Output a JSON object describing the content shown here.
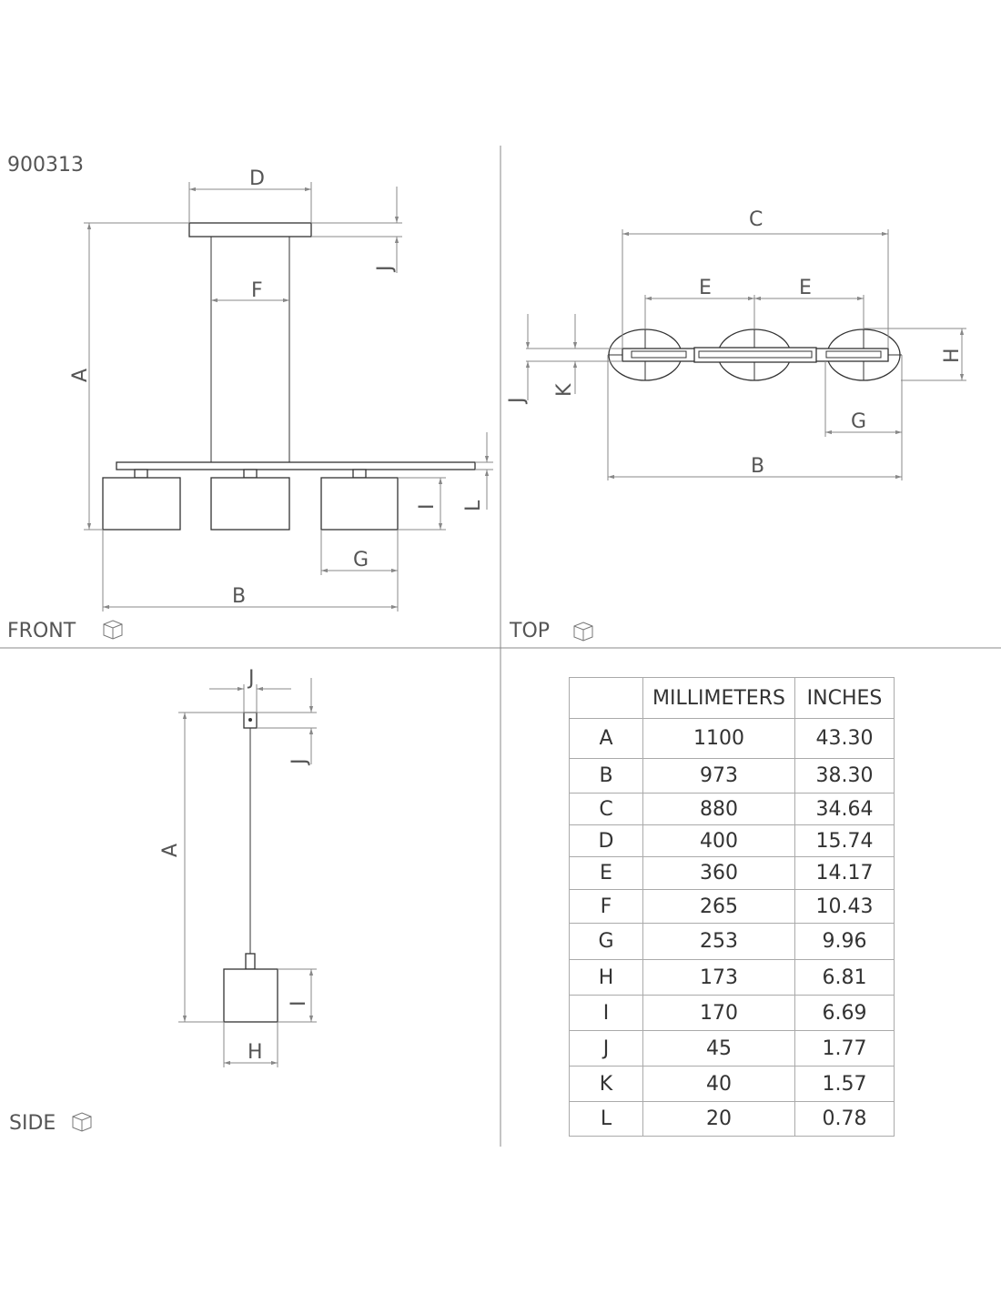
{
  "product_code": "900313",
  "views": {
    "front": {
      "label": "FRONT",
      "icon": "front-view-cube-icon"
    },
    "top": {
      "label": "TOP",
      "icon": "top-view-cube-icon"
    },
    "side": {
      "label": "SIDE",
      "icon": "side-view-cube-icon"
    }
  },
  "dim_labels": {
    "A": "A",
    "B": "B",
    "C": "C",
    "D": "D",
    "E": "E",
    "F": "F",
    "G": "G",
    "H": "H",
    "I": "I",
    "J": "J",
    "K": "K",
    "L": "L"
  },
  "table": {
    "headers": [
      "",
      "MILLIMETERS",
      "INCHES"
    ],
    "rows": [
      {
        "key": "A",
        "mm": "1100",
        "in": "43.30"
      },
      {
        "key": "B",
        "mm": "973",
        "in": "38.30"
      },
      {
        "key": "C",
        "mm": "880",
        "in": "34.64"
      },
      {
        "key": "D",
        "mm": "400",
        "in": "15.74"
      },
      {
        "key": "E",
        "mm": "360",
        "in": "14.17"
      },
      {
        "key": "F",
        "mm": "265",
        "in": "10.43"
      },
      {
        "key": "G",
        "mm": "253",
        "in": "9.96"
      },
      {
        "key": "H",
        "mm": "173",
        "in": "6.81"
      },
      {
        "key": "I",
        "mm": "170",
        "in": "6.69"
      },
      {
        "key": "J",
        "mm": "45",
        "in": "1.77"
      },
      {
        "key": "K",
        "mm": "40",
        "in": "1.57"
      },
      {
        "key": "L",
        "mm": "20",
        "in": "0.78"
      }
    ]
  }
}
